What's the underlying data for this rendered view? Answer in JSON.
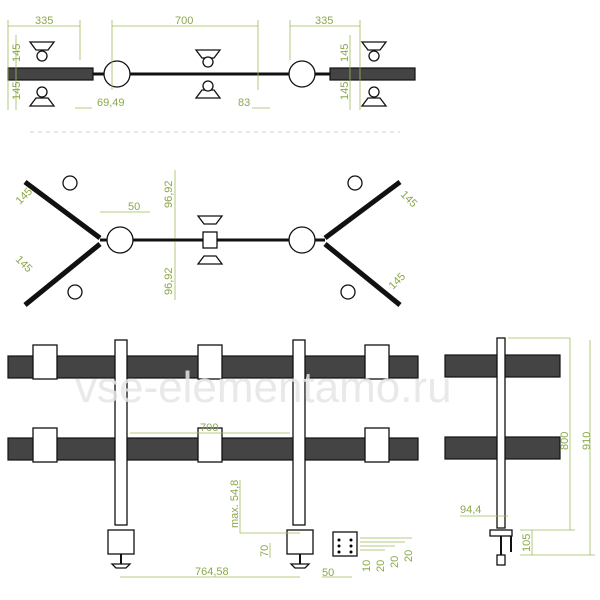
{
  "watermark": "vse-elementamo.ru",
  "top_view": {
    "dims": {
      "left_width": "335",
      "center_width": "700",
      "right_width": "335",
      "left_up": "145",
      "left_down": "145",
      "right_up": "145",
      "right_down": "145",
      "left_offset": "69,49",
      "right_offset": "83"
    }
  },
  "angled_view": {
    "dims": {
      "left_up": "145",
      "left_down": "145",
      "right_up": "145",
      "right_down": "145",
      "offset": "50",
      "arm_up": "96,92",
      "arm_down": "96,92"
    }
  },
  "front_view": {
    "dims": {
      "span": "700",
      "height_max": "max. 54,8",
      "clamp": "70",
      "post_distance": "764,58",
      "base_width": "50",
      "hole_10": "10",
      "hole_20a": "20",
      "hole_20b": "20",
      "hole_20c": "20"
    }
  },
  "side_view": {
    "dims": {
      "height_800": "800",
      "height_910": "910",
      "depth": "94,4",
      "clamp": "105"
    }
  }
}
